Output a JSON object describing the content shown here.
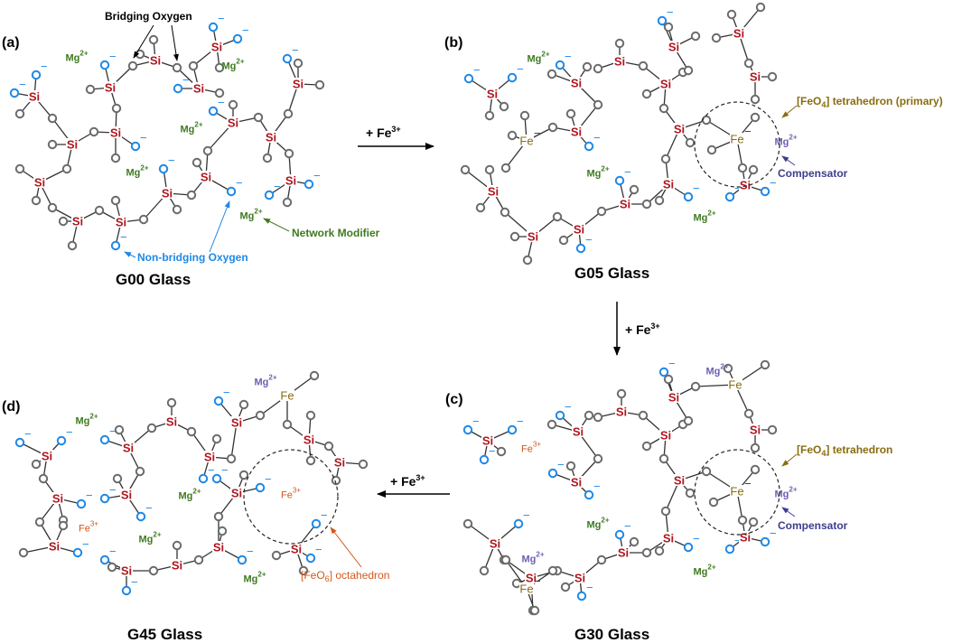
{
  "labels": {
    "panel_a": "(a)",
    "panel_b": "(b)",
    "panel_c": "(c)",
    "panel_d": "(d)",
    "title_a": "G00 Glass",
    "title_b": "G05 Glass",
    "title_c": "G30 Glass",
    "title_d": "G45 Glass",
    "arrow_plus": "+ Fe",
    "arrow_sup": "3+",
    "bridging_oxygen": "Bridging Oxygen",
    "non_bridging_oxygen": "Non-bridging Oxygen",
    "network_modifier": "Network Modifier",
    "feo4_primary_pre": "[FeO",
    "feo4_sub": "4",
    "feo4_primary_post": "] tetrahedron (primary)",
    "feo4_post": "] tetrahedron",
    "compensator": "Compensator",
    "feo6_pre": "[FeO",
    "feo6_sub": "6",
    "feo6_post": "] octahedron"
  },
  "chemistry": {
    "si": "Si",
    "fe": "Fe",
    "mg": "Mg",
    "mg_charge": "2+",
    "fe3_charge": "3+",
    "minus": "−"
  },
  "colors": {
    "si": "#b0171f",
    "bridging_o": "#6b6b6b",
    "nonbridging_o": "#1e88e5",
    "mg_modifier": "#3f7a1f",
    "mg_compensator": "#6e5fae",
    "fe_tetra": "#8a6d10",
    "fe_octa": "#d2581c"
  }
}
